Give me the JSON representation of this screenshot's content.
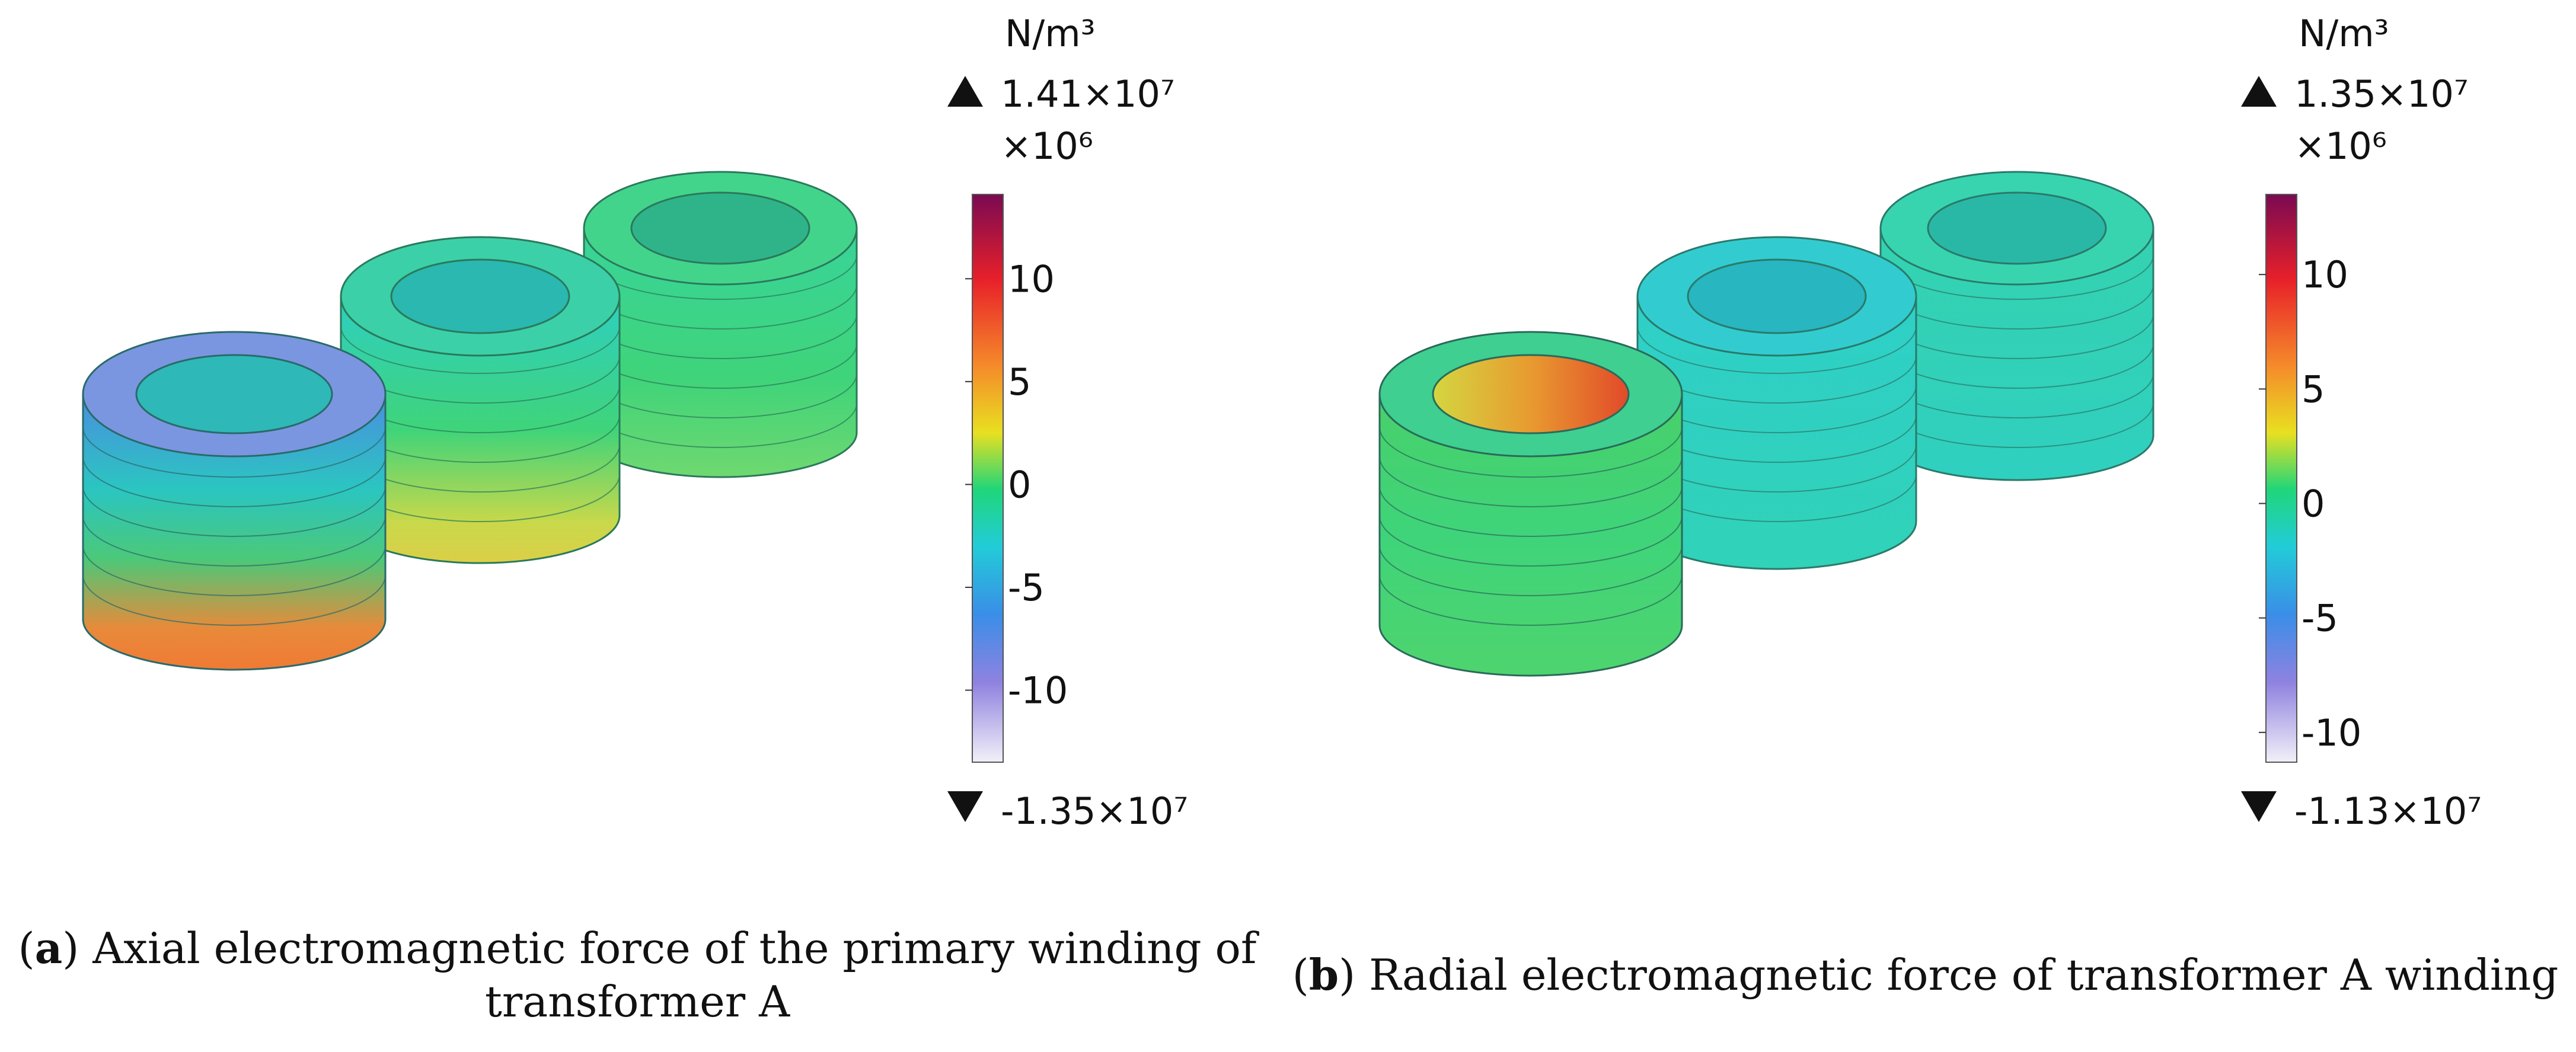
{
  "panels": [
    {
      "id": "a",
      "caption": {
        "open": "(",
        "letter": "a",
        "close": ")",
        "text_line1": " Axial electromagnetic force of the primary winding of",
        "text_line2": "transformer A"
      },
      "legend": {
        "unit": "N/m³",
        "max_label": "1.41×10⁷",
        "multiplier": "×10⁶",
        "min_label": "-1.35×10⁷",
        "max_value": 14.1,
        "min_value": -13.5,
        "ticks": [
          10,
          5,
          0,
          -5,
          -10
        ],
        "tick_labels": [
          "10",
          "5",
          "0",
          "-5",
          "-10"
        ]
      }
    },
    {
      "id": "b",
      "caption": {
        "open": "(",
        "letter": "b",
        "close": ")",
        "text_line1": " Radial electromagnetic force of transformer A winding",
        "text_line2": ""
      },
      "legend": {
        "unit": "N/m³",
        "max_label": "1.35×10⁷",
        "multiplier": "×10⁶",
        "min_label": "-1.13×10⁷",
        "max_value": 13.5,
        "min_value": -11.3,
        "ticks": [
          10,
          5,
          0,
          -5,
          -10
        ],
        "tick_labels": [
          "10",
          "5",
          "0",
          "-5",
          "-10"
        ]
      }
    }
  ],
  "colors": {
    "scale_top": "#7a0a52",
    "scale_red": "#e8202a",
    "scale_orange": "#f5892a",
    "scale_yellow": "#e8e021",
    "scale_green": "#20d67a",
    "scale_cyan": "#22ccd8",
    "scale_blue": "#3a8ee8",
    "scale_violet": "#8f82e0",
    "scale_bottom": "#f2f0f8"
  }
}
